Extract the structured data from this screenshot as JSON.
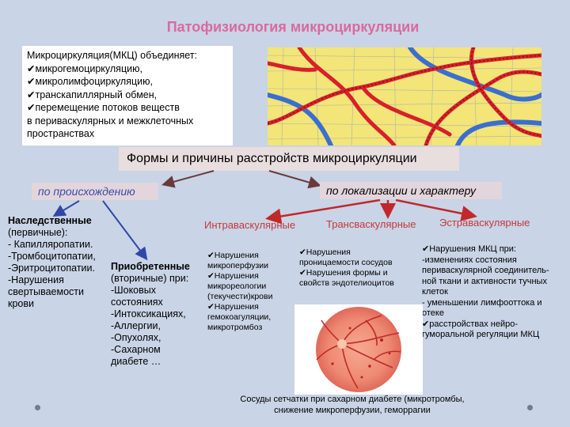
{
  "title": "Патофизиология микроциркуляции",
  "definition": [
    "Микроциркуляция(МКЦ) объединяет:",
    "✔микрогемоциркуляцию,",
    "✔микролимфоциркуляцию,",
    "✔транскапиллярный обмен,",
    "✔перемещение потоков веществ",
    "в периваскулярных и  межклеточных",
    "пространствах"
  ],
  "forms_heading": "Формы и причины расстройств микроциркуляции",
  "by_origin": "по происхождению",
  "by_location": "по локализации и характеру",
  "hereditary": {
    "heading": "Наследственные",
    "lines": [
      "(первичные):",
      "- Капилляропатии.",
      "-Тромбоцитопатии,",
      "-Эритроцитопатии.",
      "-Нарушения",
      "свертываемости",
      "крови"
    ]
  },
  "acquired": {
    "heading": "Приобретенные",
    "lines": [
      "(вторичные) при:",
      "-Шоковых",
      "состояниях",
      "-Интоксикациях,",
      "-Аллергии,",
      "-Опухолях,",
      "-Сахарном",
      "диабете …"
    ]
  },
  "kinds": {
    "intra": "Интраваскулярные",
    "trans": "Трансваскулярные",
    "extra": "Эстраваскулярные"
  },
  "intra_list": [
    "✔Нарушения",
    "микроперфузии",
    "✔Нарушения",
    "микрореологии",
    "(текучести)крови",
    "✔Нарушения",
    "гемокоагуляции,",
    "микротромбоз"
  ],
  "trans_list": [
    "✔Нарушения",
    "проницаемости сосудов",
    "✔Нарушения формы и",
    "свойств эндотелиоцитов"
  ],
  "extra_list": [
    "✔Нарушения МКЦ при:",
    "-изменениях состояния",
    "периваскулярной соединитель-",
    "ной ткани и  активности тучных",
    "клеток",
    "- уменьшении лимфооттока и",
    "отеке",
    "✔расстройствах нейро-",
    "гуморальной регуляции МКЦ"
  ],
  "caption": [
    "Сосуды сетчатки при сахарном диабете (микротромбы,",
    "снижение микроперфузии, геморрагии"
  ],
  "colors": {
    "title": "#d96aa0",
    "arrow_red": "#c0282a",
    "arrow_blue": "#2f48a8",
    "arrow_dark": "#6b3a3a"
  },
  "icons": [
    "microvessels-illustration",
    "retina-photo",
    "bullet-dot"
  ]
}
